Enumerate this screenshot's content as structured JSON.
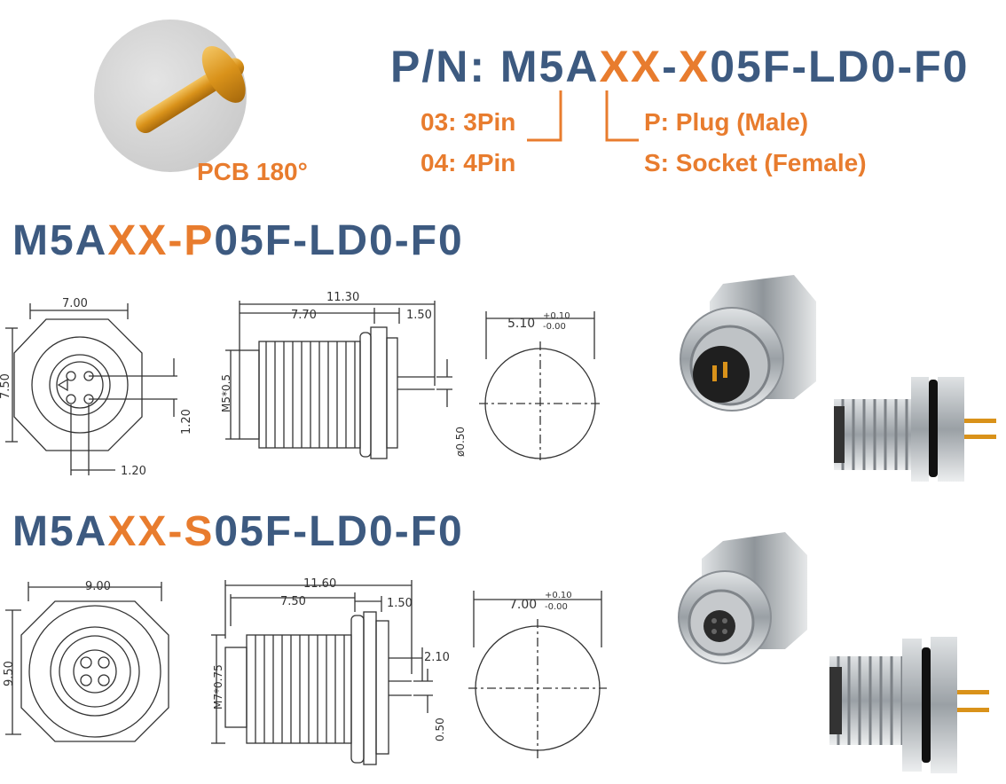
{
  "pn": {
    "prefix": "P/N: M5A",
    "xx": "XX",
    "dash1": "-",
    "x": "X",
    "suffix": "05F-LD0-F0"
  },
  "pin_options": [
    "03: 3Pin",
    "04: 4Pin"
  ],
  "gender_options": [
    "P: Plug (Male)",
    "S: Socket (Female)"
  ],
  "pcb_label": "PCB 180°",
  "plug": {
    "part": {
      "a": "M5A",
      "xx": "XX",
      "dash": "-",
      "code": "P",
      "rest": "05F-LD0-F0"
    },
    "dims": {
      "width": "7.00",
      "height": "7.50",
      "pin_x": "1.20",
      "pin_y": "1.20",
      "length_total": "11.30",
      "length_thread": "7.70",
      "flange": "1.50",
      "thread": "M5*0.5",
      "pin_dia": "ø0.50",
      "cutout": "5.10",
      "tol_plus": "+0.10",
      "tol_minus": "-0.00"
    }
  },
  "socket": {
    "part": {
      "a": "M5A",
      "xx": "XX",
      "dash": "-",
      "code": "S",
      "rest": "05F-LD0-F0"
    },
    "dims": {
      "width": "9.00",
      "height": "9.50",
      "length_total": "11.60",
      "length_thread": "7.50",
      "flange": "1.50",
      "pin_offset": "2.10",
      "thread": "M7*0.75",
      "pin_dia": "0.50",
      "cutout": "7.00",
      "tol_plus": "+0.10",
      "tol_minus": "-0.00"
    }
  },
  "colors": {
    "blue": "#3d5a80",
    "orange": "#e87c2e",
    "line": "#333333",
    "metal": "#b8bcc0"
  }
}
